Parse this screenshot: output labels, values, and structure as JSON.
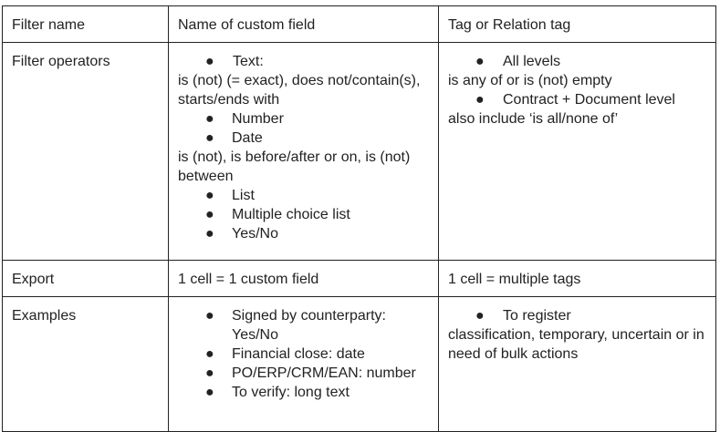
{
  "table": {
    "header": {
      "c1": "Filter name",
      "c2": "Name of custom field",
      "c3": "Tag or Relation tag"
    },
    "operators": {
      "label": "Filter operators",
      "custom": {
        "text_item": "Text:",
        "text_desc": "is (not) (= exact), does not/contain(s), starts/ends with",
        "number_item": "Number",
        "date_item": "Date",
        "date_desc": "is (not), is before/after or on, is (not) between",
        "list_item": "List",
        "multi_item": "Multiple choice list",
        "yesno_item": "Yes/No"
      },
      "tag": {
        "all_levels": "All levels",
        "all_levels_desc": "is any of or is (not) empty",
        "contract_doc": "Contract + Document level",
        "contract_doc_desc": "also include ‘is all/none of’"
      }
    },
    "export": {
      "label": "Export",
      "custom": "1 cell = 1 custom field",
      "tag": "1 cell = multiple tags"
    },
    "examples": {
      "label": "Examples",
      "custom": [
        "Signed by counterparty: Yes/No",
        "Financial close: date",
        "PO/ERP/CRM/EAN: number",
        "To verify: long text"
      ],
      "tag": {
        "register": "To register",
        "register_desc": "classification, temporary, uncertain or in need of bulk actions"
      }
    }
  }
}
